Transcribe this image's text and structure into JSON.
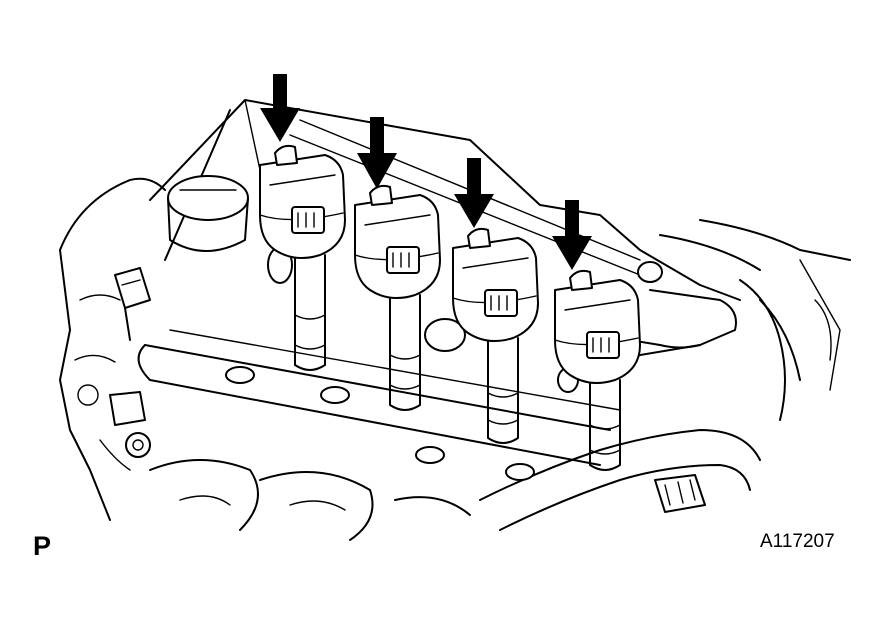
{
  "figure": {
    "view_code": "P",
    "figure_id": "A117207"
  },
  "palette": {
    "ink": "#000000",
    "paper": "#ffffff"
  },
  "callouts": {
    "arrow_count": 4,
    "arrow_icon": "down-arrow-icon",
    "part_count": 4,
    "part_name": "ignition coil"
  }
}
